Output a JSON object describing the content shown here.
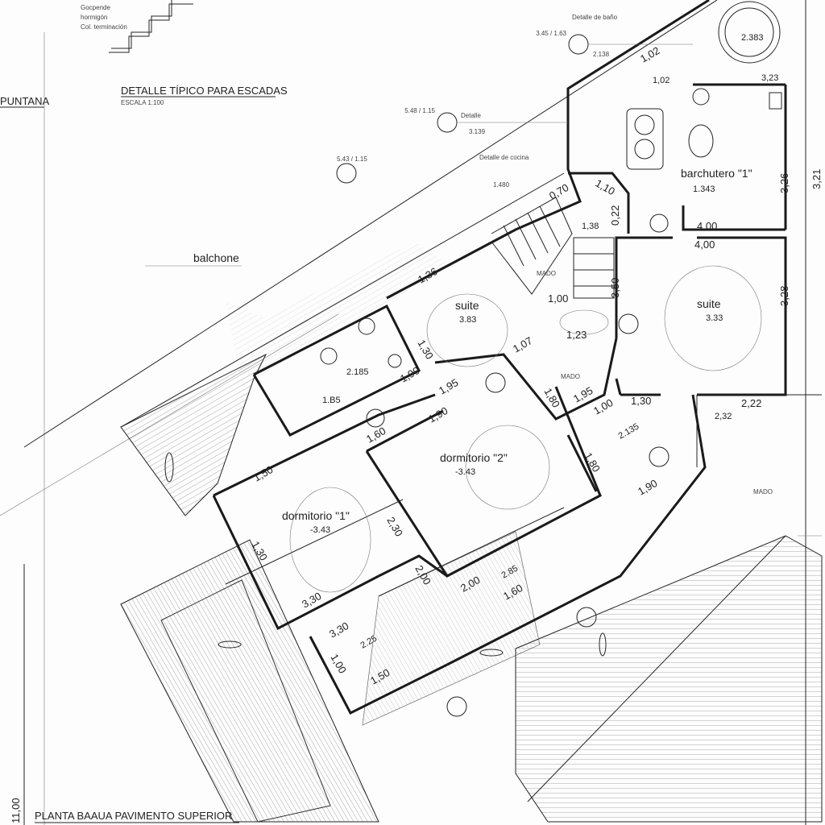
{
  "sheet": {
    "title_main": "PLANTA BAAUA PAVIMENTO SUPERIOR",
    "title_detail": "DETALLE TÍPICO PARA ESCADAS",
    "detail_scale": "ESCALA 1:100",
    "left_label": "PUNTANA",
    "side_dimension_left": "11,00",
    "side_dimension_right": "3,21",
    "stair_notes": [
      "Gocpende",
      "hormigón",
      "Col. terminación"
    ],
    "balcony_label": "balchone"
  },
  "rooms": [
    {
      "name": "barchutero \"1\"",
      "level": "1.343"
    },
    {
      "name": "suite",
      "level": "3.33"
    },
    {
      "name": "suite",
      "level": "3.83"
    },
    {
      "name": "dormitorio \"2\"",
      "level": "-3.43"
    },
    {
      "name": "dormitorio \"1\"",
      "level": "-3.43"
    },
    {
      "name": "MADO",
      "level": ""
    },
    {
      "name": "MADO",
      "level": ""
    },
    {
      "name": "MADO",
      "level": ""
    }
  ],
  "levels_extra": [
    "2.383",
    "2.185",
    "2.135",
    "2.85",
    "2.25",
    "1.B5"
  ],
  "dimensions": [
    "4,00",
    "4,00",
    "3,26",
    "3,28",
    "3,50",
    "2,22",
    "2,32",
    "1,30",
    "1,95",
    "1,95",
    "1,90",
    "1,90",
    "1,00",
    "1,00",
    "1,23",
    "1,07",
    "1,36",
    "1,30",
    "1,80",
    "1,60",
    "1,50",
    "2,30",
    "2,00",
    "2,00",
    "3,30",
    "3,30",
    "1,30",
    "1,00",
    "1,80",
    "1,90",
    "1,60",
    "1,50",
    "1,02",
    "1,02",
    "1,10",
    "0,70",
    "1,38",
    "0,22",
    "3,23"
  ],
  "callouts": [
    {
      "code": "3.45 / 1.63",
      "label": "Detalle de baño",
      "value": "2.138"
    },
    {
      "code": "5.48 / 1.15",
      "label": "Detalle",
      "value": "3.139"
    },
    {
      "code": "5.43 / 1.15",
      "label": "",
      "value": ""
    },
    {
      "code": "",
      "label": "Detalle de cocina",
      "value": "1.480"
    }
  ]
}
